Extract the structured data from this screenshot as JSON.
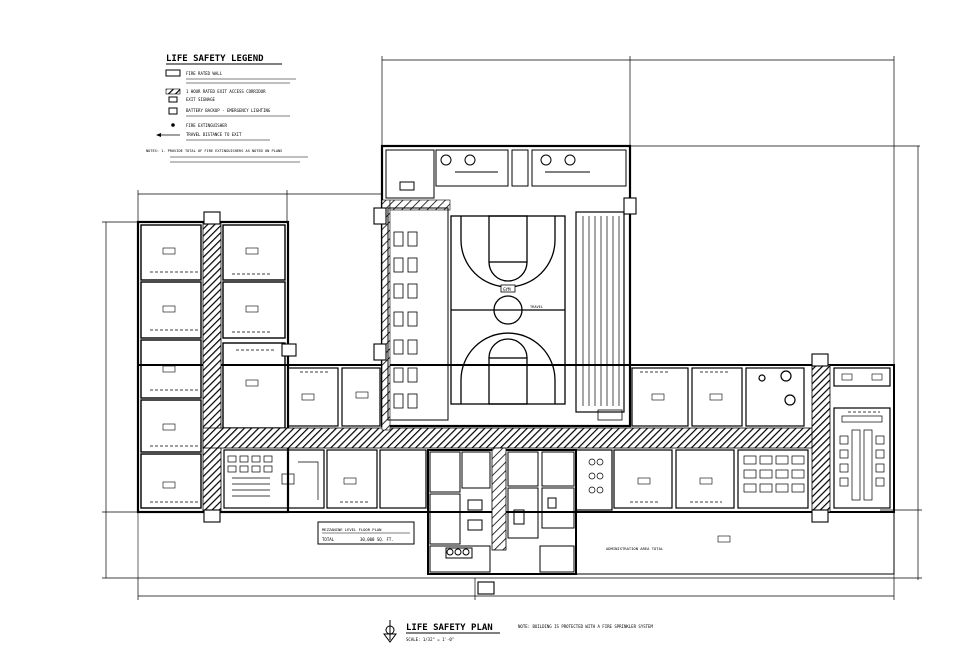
{
  "legend": {
    "title": "LIFE SAFETY LEGEND",
    "items": [
      "FIRE RATED WALL",
      "1 HOUR RATED EXIT ACCESS CORRIDOR",
      "EXIT SIGNAGE",
      "BATTERY BACKUP - EMERGENCY LIGHTING",
      "FIRE EXTINGUISHER",
      "TRAVEL DISTANCE TO EXIT"
    ],
    "notes": "NOTES: 1. PROVIDE TOTAL OF FIRE EXTINGUISHERS AS NOTED ON PLANS"
  },
  "plan": {
    "title": "LIFE SAFETY PLAN",
    "scale": "SCALE: 1/32\" = 1'-0\"",
    "note": "NOTE: BUILDING IS PROTECTED WITH A FIRE SPRINKLER SYSTEM",
    "area_box": {
      "title": "MEZZANINE LEVEL FLOOR PLAN",
      "total_label": "TOTAL",
      "total_value": "30,000 SQ. FT."
    },
    "gym_label": "GYM",
    "travel_label": "TRAVEL",
    "admin_label": "ADMINISTRATION AREA TOTAL"
  },
  "colors": {
    "line": "#000000",
    "hatch": "#000000",
    "bg": "#ffffff"
  }
}
